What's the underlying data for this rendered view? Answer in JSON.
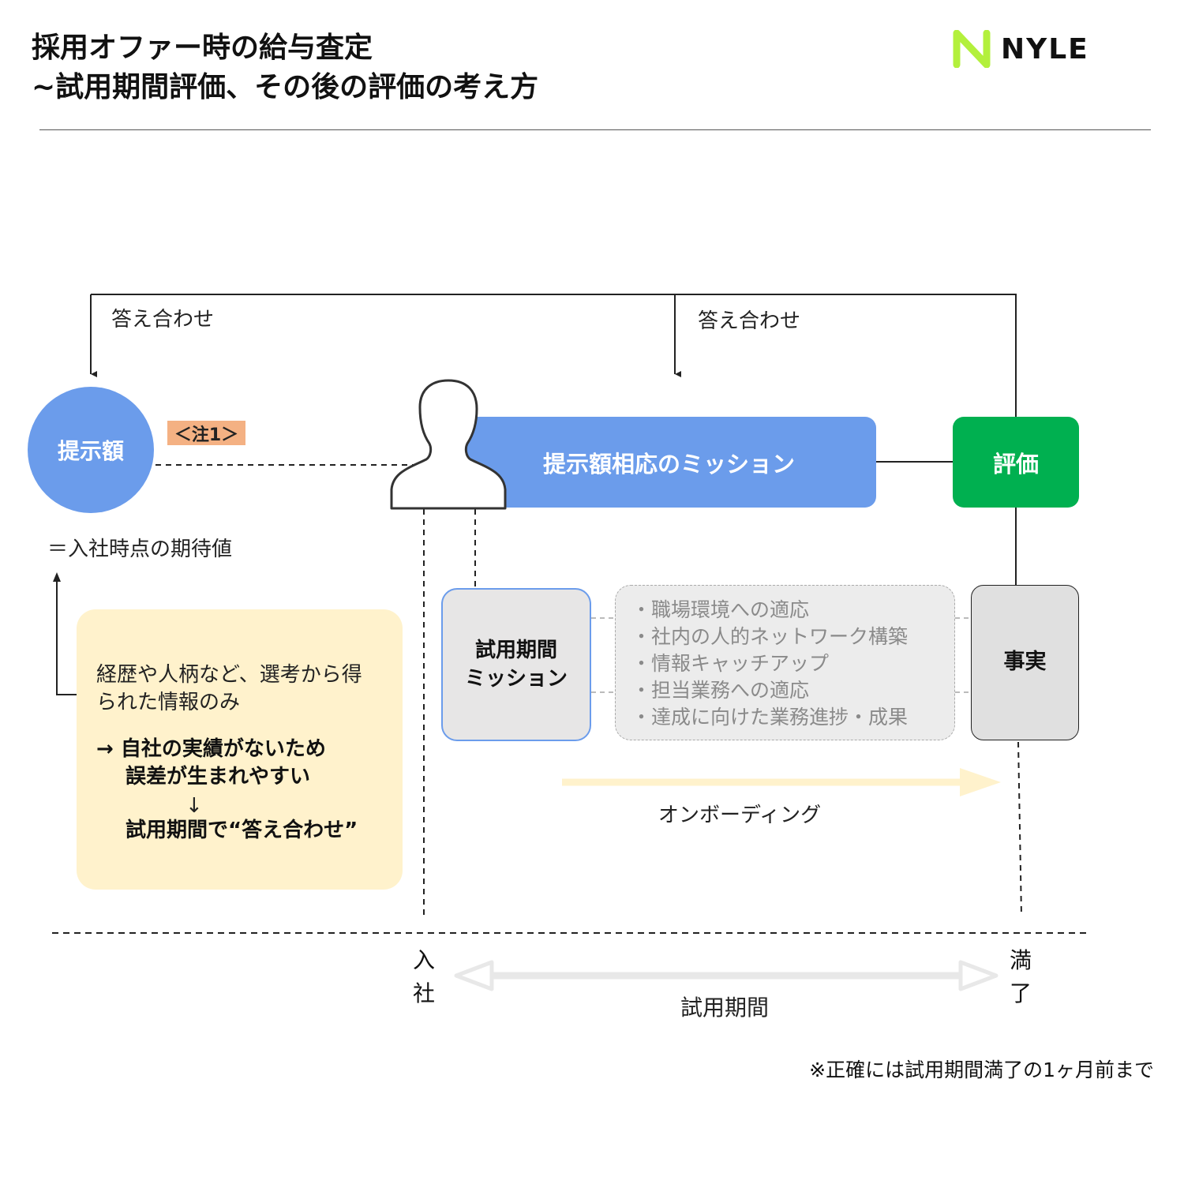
{
  "header": {
    "title_line1": "採用オファー時の給与査定",
    "title_line2": "~試用期間評価、その後の評価の考え方",
    "logo_text": "NYLE"
  },
  "diagram": {
    "feedback_label_left": "答え合わせ",
    "feedback_label_right": "答え合わせ",
    "offer_circle": "提示額",
    "note_tag": "＜注1＞",
    "expected_value": "＝入社時点の期待値",
    "mission_bar": "提示額相応のミッション",
    "evaluation_box": "評価",
    "info_box": {
      "line1": "経歴や人柄など、選考から得",
      "line2": "られた情報のみ",
      "arrow_line": "→  自社の実績がないため",
      "line3": "誤差が生まれやすい",
      "down_arrow": "↓",
      "line4": "試用期間で“答え合わせ”"
    },
    "trial_mission": {
      "line1": "試用期間",
      "line2": "ミッション"
    },
    "tasks": [
      "・職場環境への適応",
      "・社内の人的ネットワーク構築",
      "・情報キャッチアップ",
      "・担当業務への適応",
      "・達成に向けた業務進捗・成果"
    ],
    "fact_box": "事実",
    "onboarding_label": "オンボーディング",
    "start_label": [
      "入",
      "社"
    ],
    "end_label": [
      "満",
      "了"
    ],
    "period_label": "試用期間",
    "footnote": "※正確には試用期間満了の1ヶ月前まで",
    "colors": {
      "blue": "#6b9ceb",
      "green": "#00b050",
      "yellow_box": "#fff2cc",
      "note_tag": "#f4b183",
      "logo_green": "#b3f03c"
    }
  }
}
